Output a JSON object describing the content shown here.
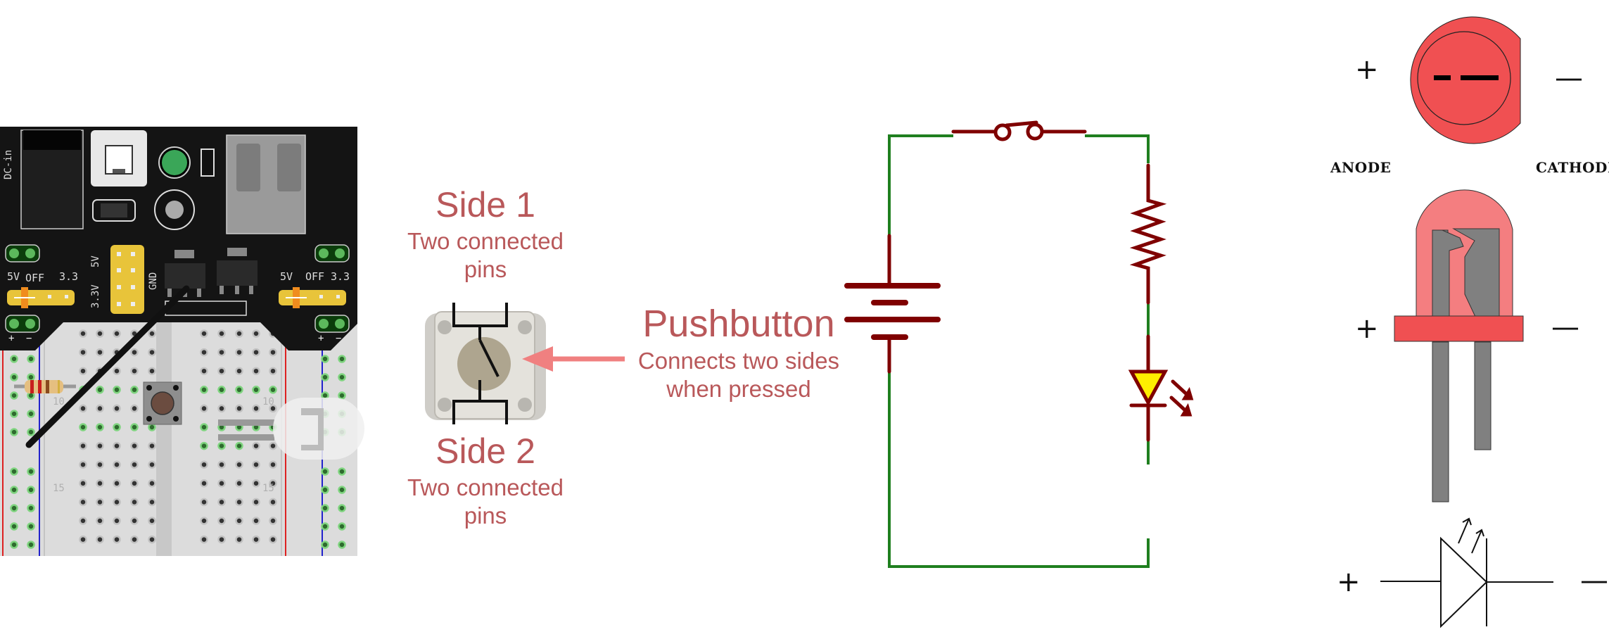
{
  "breadboard": {
    "power_module": {
      "dc_in_label": "DC-in",
      "rail_left": {
        "label_5v": "5V",
        "label_off": "OFF",
        "label_33": "3.3"
      },
      "rail_right": {
        "label_5v": "5V",
        "label_off": "OFF",
        "label_33": "3.3"
      },
      "header_5v": "5V",
      "header_33v": "3.3V",
      "header_gnd": "GND",
      "plus": "+",
      "minus": "−"
    },
    "row_numbers": {
      "row10": "10",
      "row15": "15"
    }
  },
  "pushbutton_callout": {
    "side1_title": "Side 1",
    "side1_desc_line1": "Two connected",
    "side1_desc_line2": "pins",
    "side2_title": "Side 2",
    "side2_desc_line1": "Two connected",
    "side2_desc_line2": "pins",
    "title": "Pushbutton",
    "desc_line1": "Connects two sides",
    "desc_line2": "when pressed"
  },
  "schematic": {
    "components": [
      "battery",
      "pushbutton-switch",
      "resistor",
      "led"
    ],
    "wire_color": "#1f7f1f",
    "component_color": "#7f0000",
    "led_fill": "#ffee00"
  },
  "led_diagram": {
    "anode_label": "ANODE",
    "cathode_label": "CATHODE",
    "plus": "+",
    "minus": "—",
    "led_color": "#f05052",
    "dome_color": "#f47e80",
    "lead_color": "#808080"
  },
  "colors": {
    "callout_text": "#b9585a",
    "arrow": "#f08080",
    "pcb": "#141414",
    "header_yellow": "#e8c43a"
  }
}
